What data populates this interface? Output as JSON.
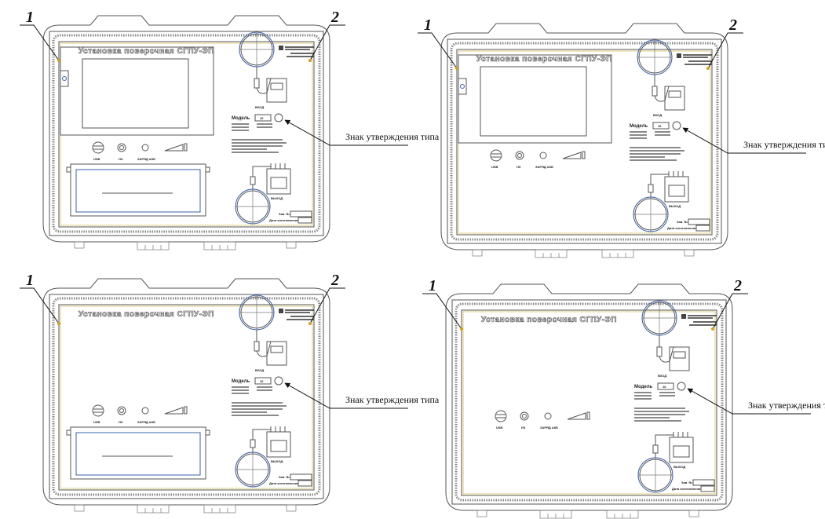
{
  "panels": [
    {
      "id": "top-left",
      "has_screen": true,
      "has_printer": true
    },
    {
      "id": "top-right",
      "has_screen": true,
      "has_printer": false
    },
    {
      "id": "bottom-left",
      "has_screen": false,
      "has_printer": true
    },
    {
      "id": "bottom-right",
      "has_screen": false,
      "has_printer": false
    }
  ],
  "labels": {
    "title": "Установка поверочная СГПУ-ЭП",
    "marker_1": "1",
    "marker_2": "2",
    "type_approval_callout": "Знак утверждения типа",
    "input_label": "ВХОД",
    "output_label": "ВЫХОД",
    "usb_label": "USB",
    "ns_label": "НЗ",
    "charge_label": "ЗАРЯД АКБ",
    "model_label": "Модель",
    "model_value": "16",
    "serial_label": "Зав. №",
    "date_label": "Дата изготовления"
  }
}
